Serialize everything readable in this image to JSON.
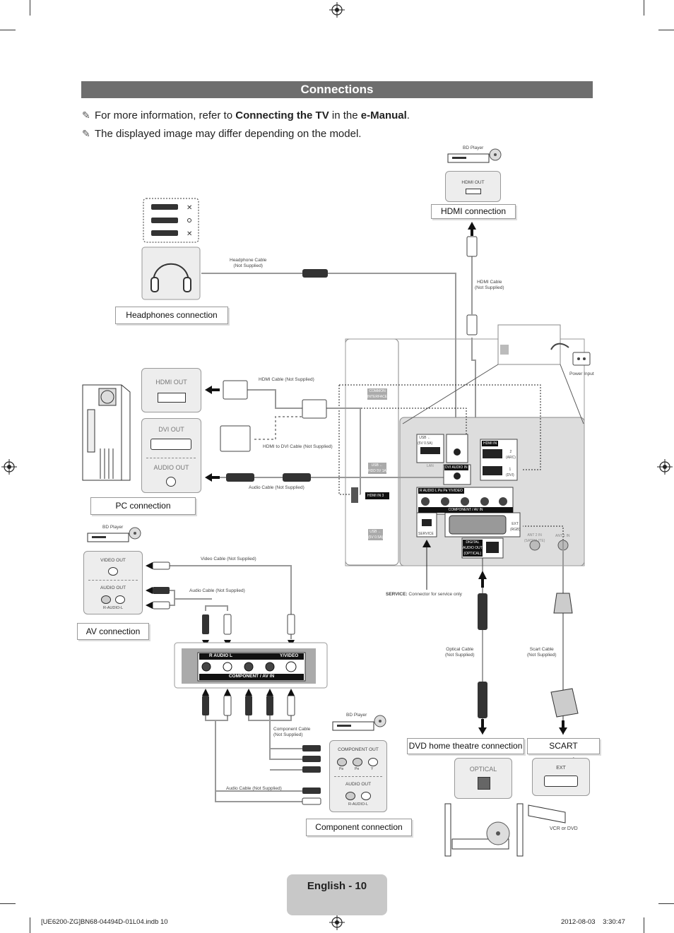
{
  "header": {
    "title": "Connections"
  },
  "notes": {
    "note1_prefix": "For more information, refer to ",
    "note1_bold1": "Connecting the TV",
    "note1_mid": " in the ",
    "note1_bold2": "e-Manual",
    "note1_suffix": ".",
    "note2": "The displayed image may differ depending on the model."
  },
  "labels": {
    "headphones": "Headphones connection",
    "hdmi": "HDMI connection",
    "pc": "PC connection",
    "av": "AV connection",
    "component": "Component connection",
    "dvd": "DVD home theatre connection",
    "scart": "SCART connection"
  },
  "devices": {
    "bd_player_top": "BD Player",
    "bd_player_av": "BD Player",
    "bd_player_comp": "BD Player",
    "hdmi_out_top": "HDMI OUT",
    "pc_hdmi_out": "HDMI OUT",
    "pc_dvi_out": "DVI OUT",
    "pc_audio_out": "AUDIO OUT",
    "av_video_out": "VIDEO OUT",
    "av_audio_out": "AUDIO OUT",
    "av_r_audio_l": "R-AUDIO-L",
    "comp_component_out": "COMPONENT OUT",
    "comp_pb": "Pʙ",
    "comp_pr": "Pʀ",
    "comp_y": "Y",
    "comp_audio_out": "AUDIO OUT",
    "comp_r_audio_l": "R-AUDIO-L",
    "optical": "OPTICAL",
    "ext": "EXT",
    "vcr_or_dvd": "VCR or DVD",
    "power_input": "Power Input"
  },
  "cables": {
    "headphone": "Headphone Cable\n(Not Supplied)",
    "hdmi_top": "HDMI Cable\n(Not Supplied)",
    "hdmi_pc": "HDMI Cable (Not Supplied)",
    "hdmi_dvi": "HDMI to DVI Cable (Not Supplied)",
    "audio_pc": "Audio Cable (Not Supplied)",
    "video_av": "Video Cable (Not Supplied)",
    "audio_av": "Audio Cable (Not Supplied)",
    "component": "Component Cable\n(Not Supplied)",
    "audio_comp": "Audio Cable (Not Supplied)",
    "optical": "Optical Cable\n(Not Supplied)",
    "scart": "Scart Cable\n(Not Supplied)",
    "service_bold": "SERVICE:",
    "service_rest": " Connector for service only"
  },
  "tv_panel": {
    "usb1": "USB ←\n(5V 0.5A)",
    "hdmi_in": "HDMI IN",
    "arc": "2\n(ARC)",
    "dvi": "1\n(DVI)",
    "dvi_audio_in": "DVI AUDIO IN",
    "audio_row": "R AUDIO L  Pʙ  Pʀ  Y/VIDEO",
    "component_av_in": "COMPONENT / AV IN",
    "ext_rgb": "EXT\n(RGB)",
    "service": "SERVICE",
    "digital_audio_out": "DIGITAL\nAUDIO OUT\n(OPTICAL)",
    "ant_sat": "ANT 2 IN\n(SATELLITE)",
    "ant_in": "ANT 1 IN",
    "lan": "LAN",
    "common_interface": "COMMON\nINTERFACE",
    "usb_side": "USB ←\nHDD 5V 1A",
    "hdmi3": "HDMI IN 3",
    "usb_side2": "USB ←\n(5V 0.5A)"
  },
  "zoom_panel": {
    "audio_l": "R AUDIO L",
    "video": "Y/VIDEO",
    "component_av_in": "COMPONENT / AV IN"
  },
  "footer": {
    "page": "English - 10",
    "file": "[UE6200-ZG]BN68-04494D-01L04.indb   10",
    "date": "2012-08-03      3:30:47"
  }
}
